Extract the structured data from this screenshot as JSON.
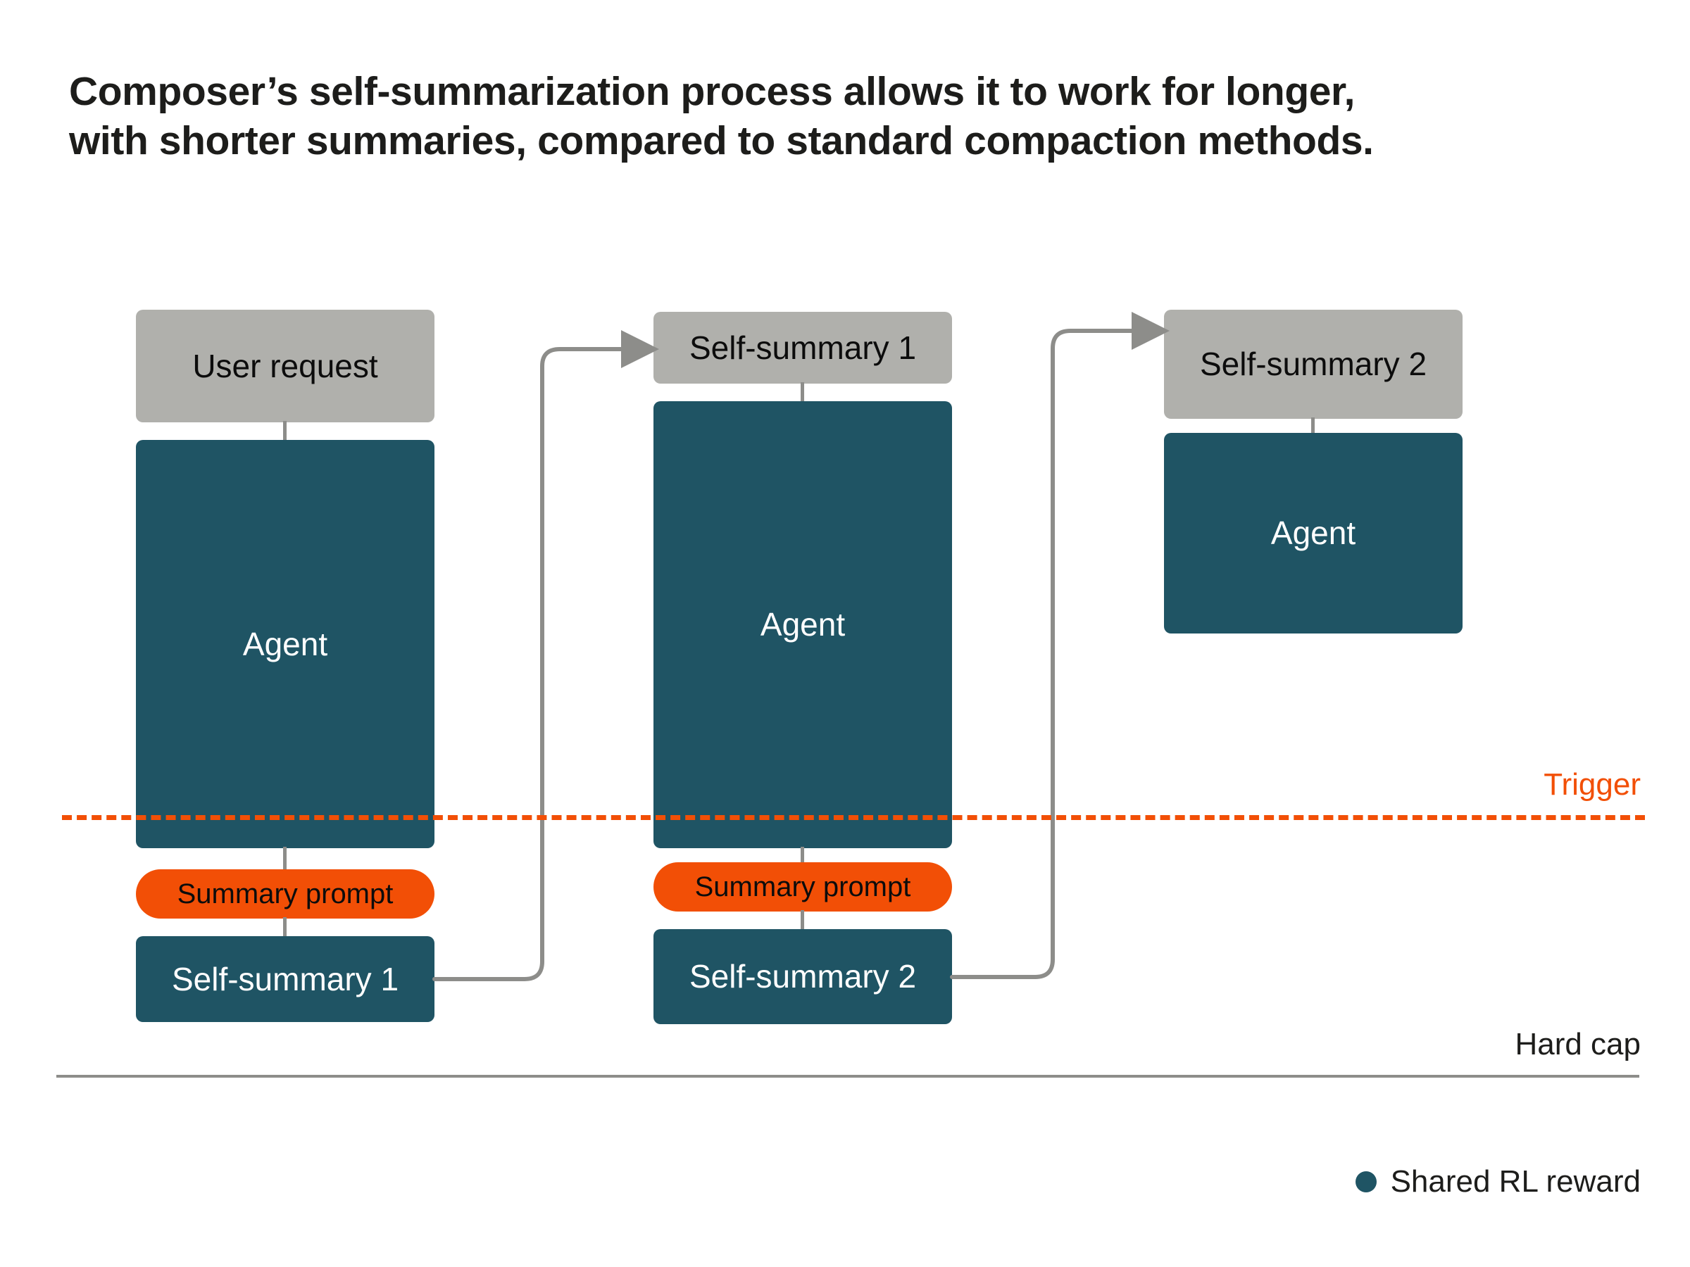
{
  "title": "Composer’s self-summarization process allows it to work for longer,\nwith shorter summaries, compared to standard compaction methods.",
  "colors": {
    "teal": "#1f5464",
    "gray": "#b0b0ac",
    "orange": "#f24f06",
    "connector": "#8d8d8a",
    "text_dark": "#1d1d1b",
    "background": "#ffffff"
  },
  "columns": [
    {
      "id": "stage-1",
      "header": {
        "label": "User request",
        "style": "gray"
      },
      "agent": {
        "label": "Agent",
        "style": "teal"
      },
      "prompt": {
        "label": "Summary prompt",
        "style": "pill"
      },
      "output": {
        "label": "Self-summary 1",
        "style": "teal"
      }
    },
    {
      "id": "stage-2",
      "header": {
        "label": "Self-summary 1",
        "style": "gray"
      },
      "agent": {
        "label": "Agent",
        "style": "teal"
      },
      "prompt": {
        "label": "Summary prompt",
        "style": "pill"
      },
      "output": {
        "label": "Self-summary 2",
        "style": "teal"
      }
    },
    {
      "id": "stage-3",
      "header": {
        "label": "Self-summary 2",
        "style": "gray"
      },
      "agent": {
        "label": "Agent",
        "style": "teal"
      },
      "prompt": null,
      "output": null
    }
  ],
  "markers": {
    "trigger": {
      "label": "Trigger",
      "color": "#f24f06",
      "style": "dashed"
    },
    "hard_cap": {
      "label": "Hard cap",
      "color": "#8d8d8a",
      "style": "solid"
    }
  },
  "legend": {
    "items": [
      {
        "label": "Shared RL reward",
        "color": "#1f5464",
        "marker": "dot"
      }
    ]
  },
  "flow": [
    {
      "from": "stage-1.output",
      "to": "stage-2.header",
      "type": "elbow-arrow"
    },
    {
      "from": "stage-2.output",
      "to": "stage-3.header",
      "type": "elbow-arrow"
    }
  ]
}
